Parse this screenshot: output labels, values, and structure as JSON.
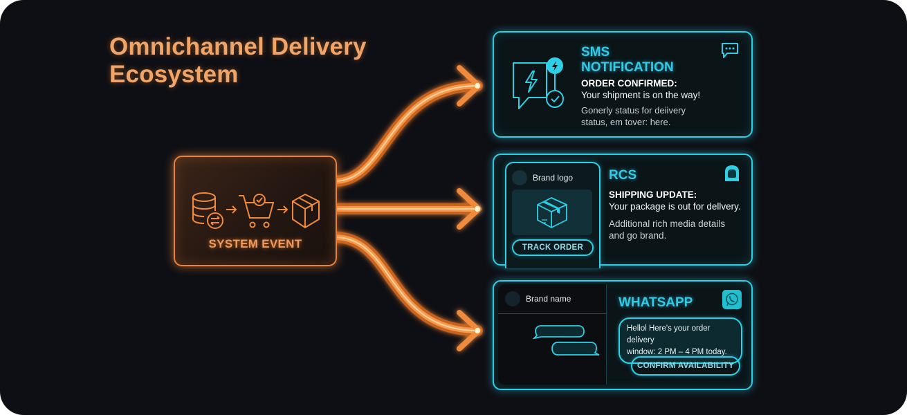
{
  "title": {
    "line1": "Omnichannel Delivery",
    "line2": "Ecosystem"
  },
  "source": {
    "label": "SYSTEM EVENT",
    "icons": [
      "database-sync-icon",
      "arrow-right-icon",
      "cart-check-icon",
      "arrow-right-icon",
      "package-icon"
    ]
  },
  "colors": {
    "source_accent": "#e8833e",
    "channel_accent": "#2fd0e6",
    "background": "#0e0f14",
    "title": "#f0a468"
  },
  "channels": {
    "sms": {
      "title_line1": "SMS",
      "title_line2": "NOTIFICATION",
      "headline": "ORDER CONFIRMED:",
      "body": "Your shipment is on the way!",
      "extra_line1": "Gonerly status for deiivery",
      "extra_line2": "status, em tover: here.",
      "icon": "chat-bubble-dots-icon"
    },
    "rcs": {
      "title": "RCS",
      "brand": "Brand logo",
      "button": "TRACK ORDER",
      "headline": "SHIPPING UPDATE:",
      "body": "Your package is out for dellvery.",
      "extra_line1": "Additional rich media details",
      "extra_line2": "and go brand.",
      "icon": "rcs-badge-icon"
    },
    "whatsapp": {
      "title": "WHATSAPP",
      "brand": "Brand name",
      "message_line1": "Hellol Here's your order delivery",
      "message_line2": "window: 2 PM – 4 PM today.",
      "button": "CONFIRM AVAILABILITY",
      "icon": "whatsapp-icon"
    }
  }
}
